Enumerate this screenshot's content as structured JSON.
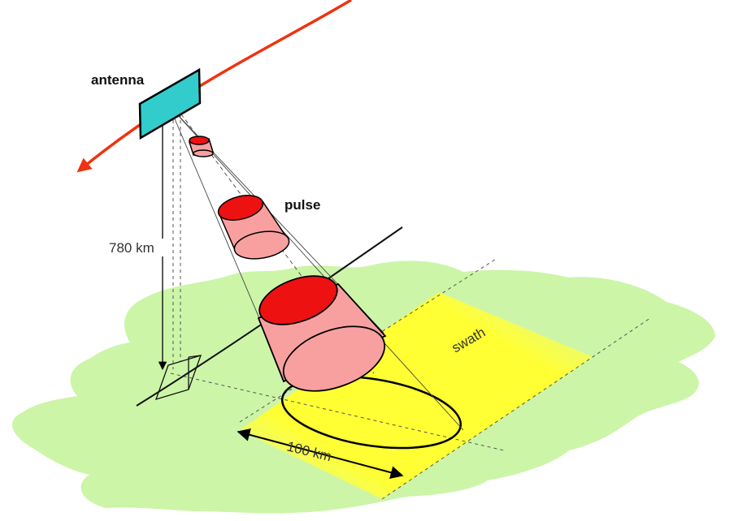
{
  "labels": {
    "antenna": "antenna",
    "pulse": "pulse",
    "altitude": "780 km",
    "swath": "swath",
    "swath_width": "100 km"
  },
  "colors": {
    "ground": "#ccf5a8",
    "swath": "#ffff33",
    "antenna": "#33cccc",
    "orbit": "#ee3311",
    "pulse_top": "#ee1111",
    "pulse_body": "#f8a0a0"
  }
}
